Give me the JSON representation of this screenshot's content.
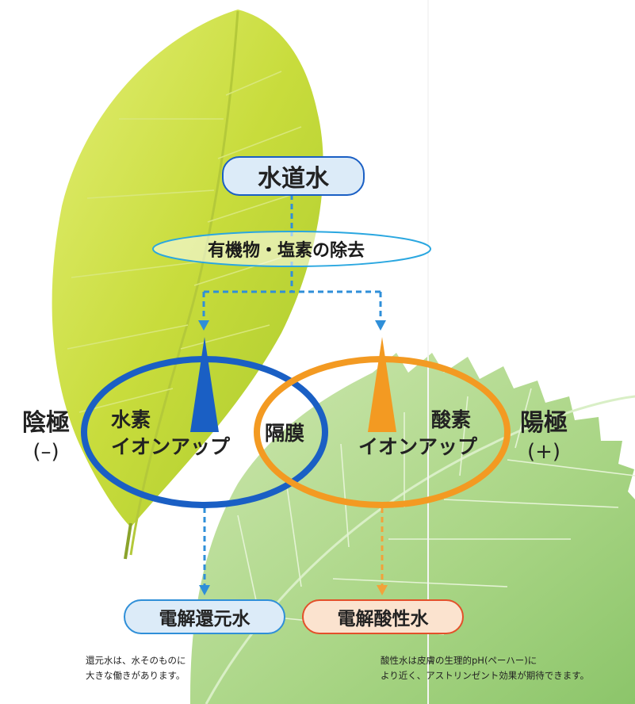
{
  "diagram": {
    "source": "水道水",
    "filter": "有機物・塩素の除去",
    "cathode": {
      "label": "陰極",
      "sign": "(–)"
    },
    "anode": {
      "label": "陽極",
      "sign": "(+)"
    },
    "hydrogen": {
      "line1": "水素",
      "line2": "イオンアップ"
    },
    "oxygen": {
      "line1": "酸素",
      "line2": "イオンアップ"
    },
    "membrane": "隔膜",
    "output_reduced": "電解還元水",
    "output_acidic": "電解酸性水",
    "note_reduced": {
      "line1": "還元水は、水そのものに",
      "line2": "大きな働きがあります。"
    },
    "note_acidic": {
      "line1": "酸性水は皮膚の生理的pH(ペーハー)に",
      "line2": "より近く、アストリンゼント効果が期待できます。"
    },
    "colors": {
      "blue": "#1a5fc4",
      "orange": "#f39a22",
      "dash_blue": "#2f8fd8",
      "dash_orange": "#f2a23a",
      "pill_blue_fill": "#dcebf8",
      "pill_orange_fill": "#fbe3cf",
      "pill_orange_border": "#e3502a",
      "leaf_yellow": "#c9de3c",
      "leaf_green": "#a8d486"
    }
  }
}
